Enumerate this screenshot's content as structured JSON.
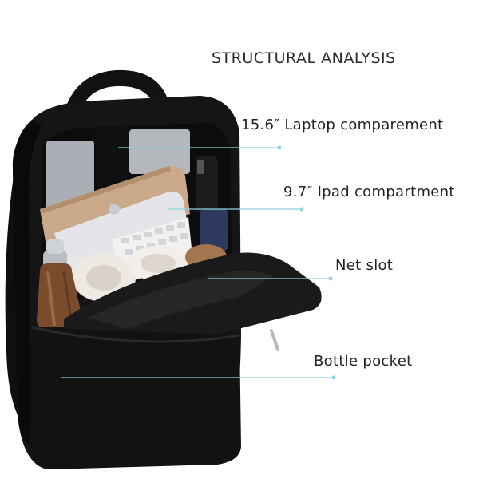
{
  "title": "STRUCTURAL ANALYSIS",
  "callouts": [
    {
      "label": "15.6″  Laptop comparement",
      "target": "laptop-compartment"
    },
    {
      "label": "9.7″  Ipad compartment",
      "target": "ipad-compartment"
    },
    {
      "label": "Net slot",
      "target": "net-slot"
    },
    {
      "label": "Bottle pocket",
      "target": "bottle-pocket"
    }
  ],
  "colors": {
    "bag": "#141414",
    "bag_highlight": "#2a2a2a",
    "leader_line": "#8fd3df",
    "text": "#222222"
  }
}
